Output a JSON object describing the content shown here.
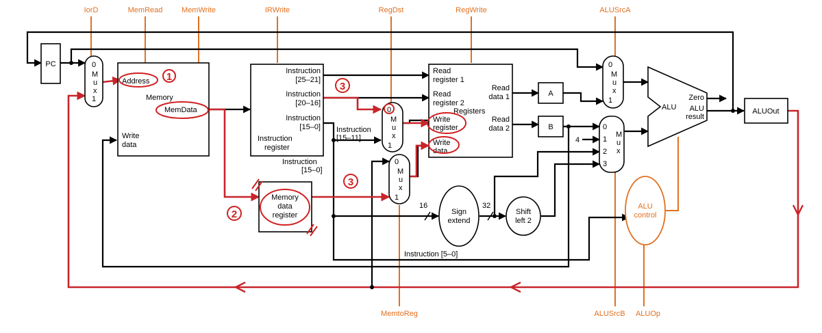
{
  "controls": {
    "iord": "IorD",
    "memread": "MemRead",
    "memwrite": "MemWrite",
    "irwrite": "IRWrite",
    "regdst": "RegDst",
    "regwrite": "RegWrite",
    "alusrca": "ALUSrcA",
    "memtoreg": "MemtoReg",
    "alusrcb": "ALUSrcB",
    "aluop": "ALUOp"
  },
  "pc": {
    "label": "PC"
  },
  "mux": {
    "zero": "0",
    "one": "1",
    "two": "2",
    "three": "3",
    "four": "4",
    "letters": [
      "M",
      "u",
      "x"
    ]
  },
  "memory": {
    "address": "Address",
    "title": "Memory",
    "memdata": "MemData",
    "write_line1": "Write",
    "write_line2": "data"
  },
  "ir": {
    "f1_line1": "Instruction",
    "f1_line2": "[25–21]",
    "f2_line1": "Instruction",
    "f2_line2": "[20–16]",
    "f3_line1": "Instruction",
    "f3_line2": "[15–0]",
    "name_line1": "Instruction",
    "name_line2": "register",
    "out_15_11_line1": "Instruction",
    "out_15_11_line2": "[15–11]",
    "out_15_0_line1": "Instruction",
    "out_15_0_line2": "[15–0]",
    "out_5_0": "Instruction [5–0]"
  },
  "mdr": {
    "line1": "Memory",
    "line2": "data",
    "line3": "register"
  },
  "registers": {
    "read_reg1_line1": "Read",
    "read_reg1_line2": "register 1",
    "read_reg2_line1": "Read",
    "read_reg2_line2": "register 2",
    "title": "Registers",
    "write_reg_line1": "Write",
    "write_reg_line2": "register",
    "write_data_line1": "Write",
    "write_data_line2": "data",
    "read_data1_line1": "Read",
    "read_data1_line2": "data 1",
    "read_data2_line1": "Read",
    "read_data2_line2": "data 2"
  },
  "reg_a": "A",
  "reg_b": "B",
  "sign_extend": {
    "line1": "Sign",
    "line2": "extend",
    "in_width": "16",
    "out_width": "32"
  },
  "shift_left": {
    "line1": "Shift",
    "line2": "left 2"
  },
  "alu": {
    "label": "ALU",
    "zero": "Zero",
    "result_line1": "ALU",
    "result_line2": "result"
  },
  "aluout": "ALUOut",
  "alu_control": {
    "line1": "ALU",
    "line2": "control"
  },
  "annotations": {
    "one": "1",
    "two": "2",
    "three_a": "3",
    "three_b": "3"
  },
  "colors": {
    "control": "#e07020",
    "annotation": "#d02020",
    "highlight_wire": "#c8242a",
    "wire": "#000000"
  }
}
